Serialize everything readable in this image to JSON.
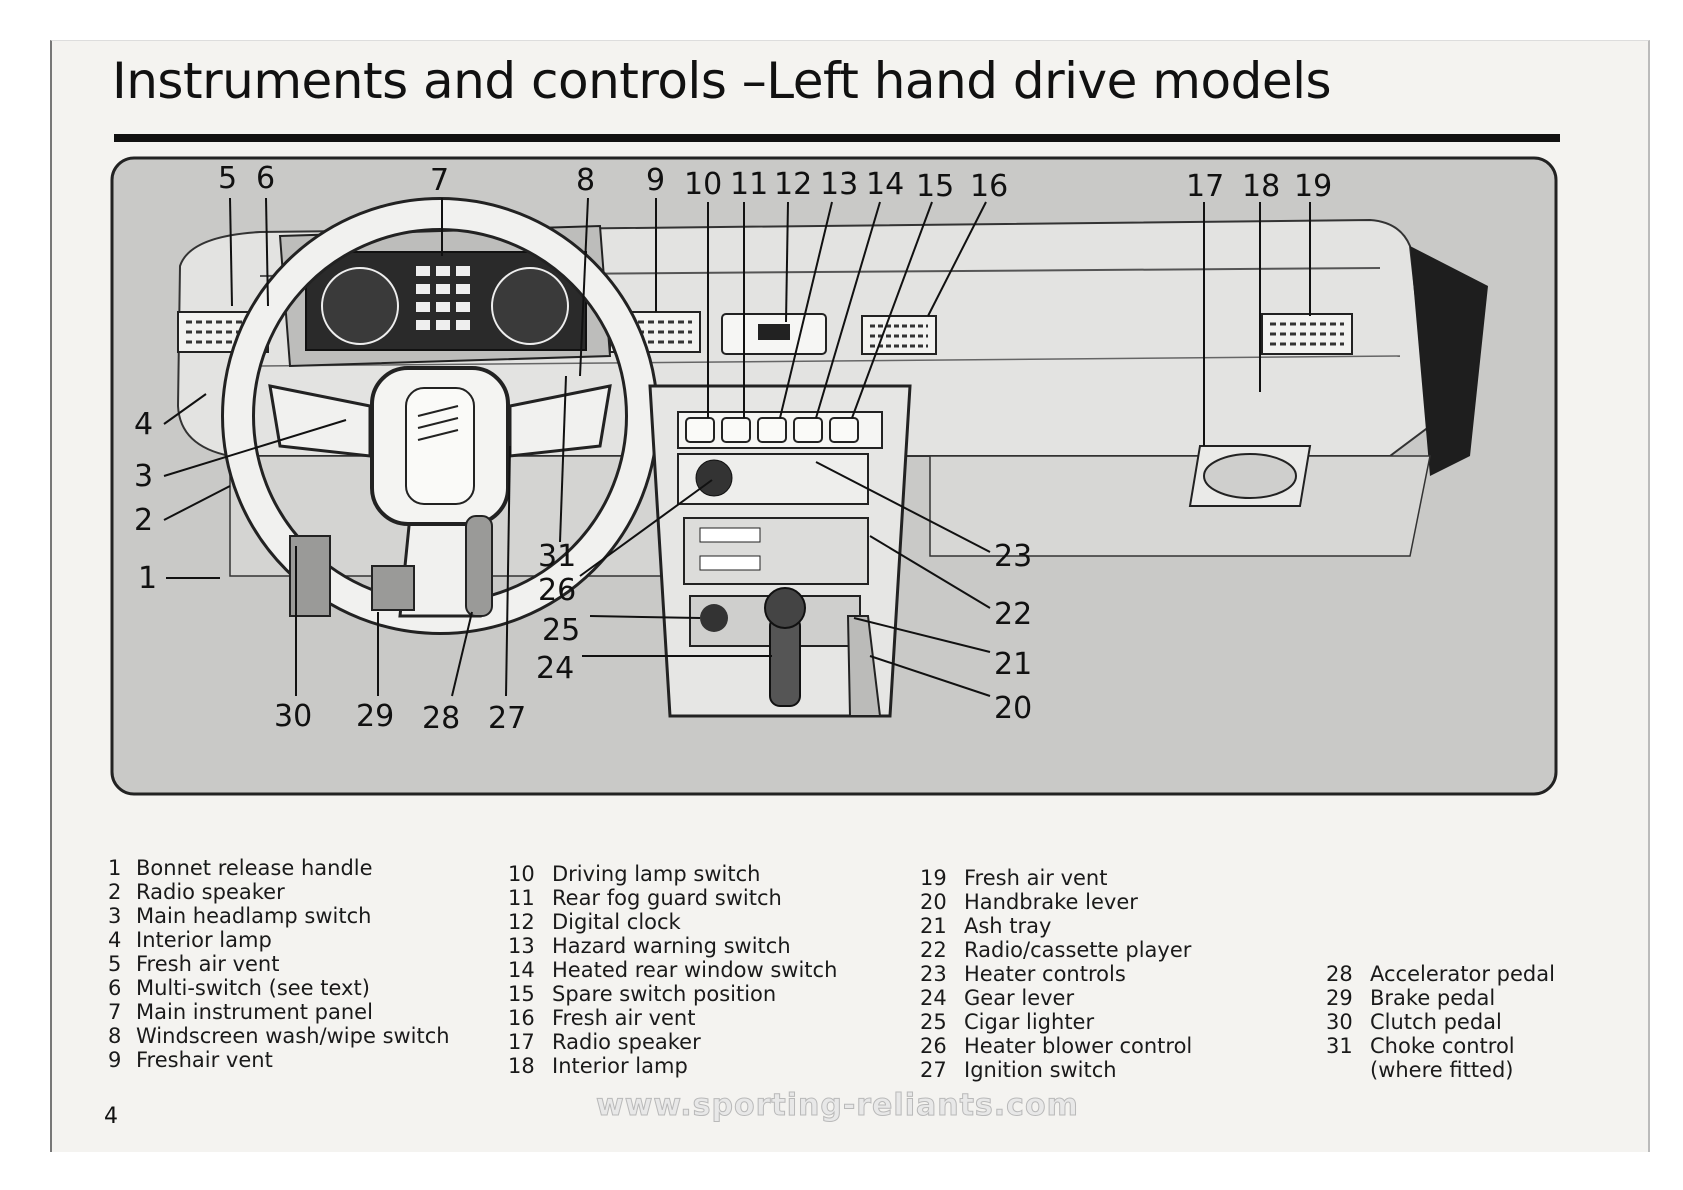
{
  "title": "Instruments and controls –Left hand drive models",
  "page_number": "4",
  "watermark": "www.sporting-reliants.com",
  "diagram": {
    "callouts": [
      "1",
      "2",
      "3",
      "4",
      "5",
      "6",
      "7",
      "8",
      "9",
      "10",
      "11",
      "12",
      "13",
      "14",
      "15",
      "16",
      "17",
      "18",
      "19",
      "20",
      "21",
      "22",
      "23",
      "24",
      "25",
      "26",
      "27",
      "28",
      "29",
      "30",
      "31"
    ]
  },
  "legend": {
    "col1": [
      {
        "num": "1",
        "label": "Bonnet release handle"
      },
      {
        "num": "2",
        "label": "Radio speaker"
      },
      {
        "num": "3",
        "label": "Main headlamp switch"
      },
      {
        "num": "4",
        "label": "Interior lamp"
      },
      {
        "num": "5",
        "label": "Fresh air vent"
      },
      {
        "num": "6",
        "label": "Multi-switch (see text)"
      },
      {
        "num": "7",
        "label": "Main instrument panel"
      },
      {
        "num": "8",
        "label": "Windscreen wash/wipe switch"
      },
      {
        "num": "9",
        "label": "Freshair vent"
      }
    ],
    "col2": [
      {
        "num": "10",
        "label": "Driving lamp switch"
      },
      {
        "num": "11",
        "label": "Rear fog guard switch"
      },
      {
        "num": "12",
        "label": "Digital clock"
      },
      {
        "num": "13",
        "label": "Hazard warning switch"
      },
      {
        "num": "14",
        "label": "Heated rear window switch"
      },
      {
        "num": "15",
        "label": "Spare switch position"
      },
      {
        "num": "16",
        "label": "Fresh air vent"
      },
      {
        "num": "17",
        "label": "Radio speaker"
      },
      {
        "num": "18",
        "label": "Interior lamp"
      }
    ],
    "col3": [
      {
        "num": "19",
        "label": "Fresh air vent"
      },
      {
        "num": "20",
        "label": "Handbrake lever"
      },
      {
        "num": "21",
        "label": "Ash tray"
      },
      {
        "num": "22",
        "label": "Radio/cassette player"
      },
      {
        "num": "23",
        "label": "Heater controls"
      },
      {
        "num": "24",
        "label": "Gear lever"
      },
      {
        "num": "25",
        "label": "Cigar lighter"
      },
      {
        "num": "26",
        "label": "Heater blower control"
      },
      {
        "num": "27",
        "label": "Ignition switch"
      }
    ],
    "col4": [
      {
        "num": "28",
        "label": "Accelerator pedal"
      },
      {
        "num": "29",
        "label": "Brake pedal"
      },
      {
        "num": "30",
        "label": "Clutch pedal"
      },
      {
        "num": "31",
        "label": "Choke control"
      }
    ],
    "col4_continuation": "(where fitted)"
  }
}
